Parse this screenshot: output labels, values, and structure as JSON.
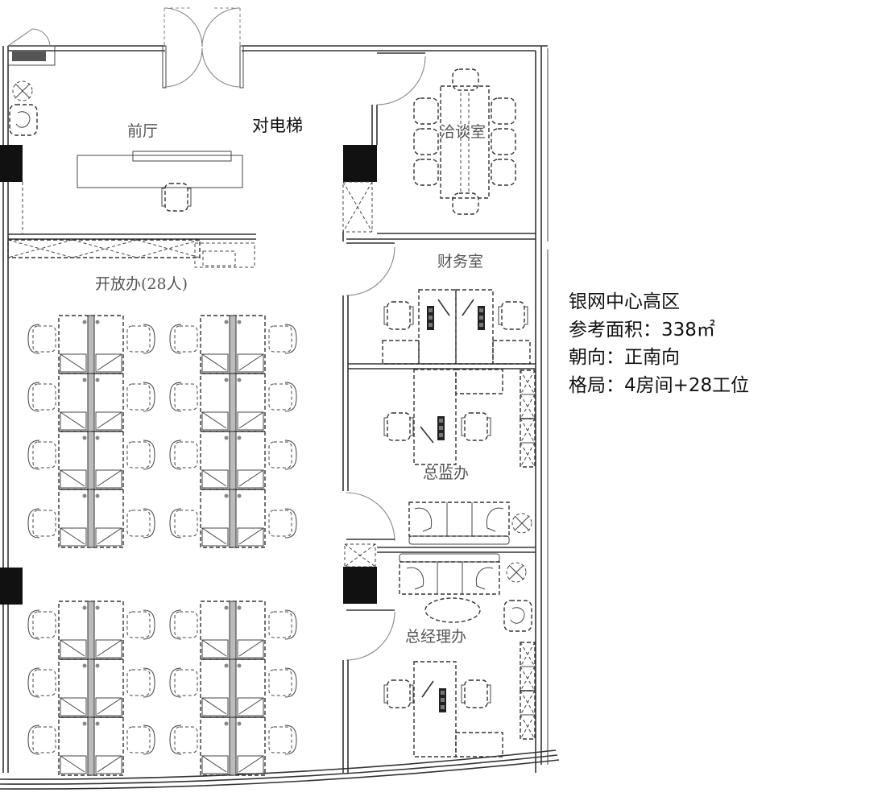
{
  "plan": {
    "rooms": [
      {
        "id": "lobby",
        "label": "前厅"
      },
      {
        "id": "elevator",
        "label": "对电梯"
      },
      {
        "id": "meeting",
        "label": "洽谈室"
      },
      {
        "id": "finance",
        "label": "财务室"
      },
      {
        "id": "open-office",
        "label": "开放办(28人)"
      },
      {
        "id": "director",
        "label": "总监办"
      },
      {
        "id": "gm",
        "label": "总经理办"
      }
    ]
  },
  "info": {
    "name": "银网中心高区",
    "area": "参考面积：338㎡",
    "orientation": "朝向：正南向",
    "layout": "格局：4房间+28工位"
  }
}
